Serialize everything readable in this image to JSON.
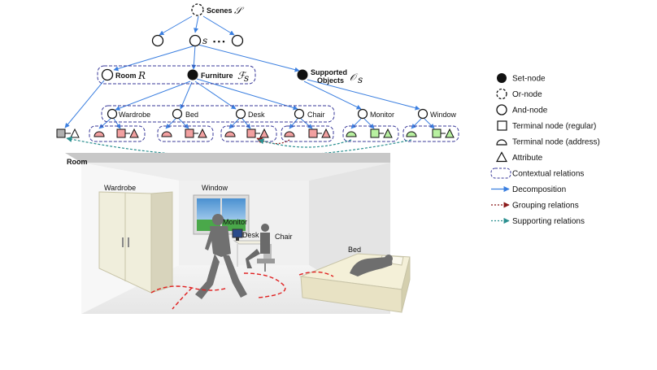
{
  "tree": {
    "root_label": "Scenes",
    "root_symbol": "𝒮",
    "s_symbol": "s",
    "ellipsis": "▪ ▪ ▪",
    "room_label": "Room",
    "room_symbol": "R",
    "furniture_label": "Furniture",
    "furniture_symbol": "ℱ",
    "furniture_sub": "s",
    "supported_label_1": "Supported",
    "supported_label_2": "Objects",
    "supported_symbol": "𝒪",
    "supported_sub": "s",
    "nodes": {
      "wardrobe": "Wardrobe",
      "bed": "Bed",
      "desk": "Desk",
      "chair": "Chair",
      "monitor": "Monitor",
      "window": "Window"
    }
  },
  "legend": [
    {
      "icon": "set-node",
      "label": "Set-node"
    },
    {
      "icon": "or-node",
      "label": "Or-node"
    },
    {
      "icon": "and-node",
      "label": "And-node"
    },
    {
      "icon": "terminal-regular",
      "label": "Terminal node (regular)"
    },
    {
      "icon": "terminal-address",
      "label": "Terminal node (address)"
    },
    {
      "icon": "attribute",
      "label": "Attribute"
    },
    {
      "icon": "contextual",
      "label": "Contextual relations"
    },
    {
      "icon": "decomposition-arrow",
      "label": "Decomposition"
    },
    {
      "icon": "grouping-arrow",
      "label": "Grouping relations"
    },
    {
      "icon": "supporting-arrow",
      "label": "Supporting relations"
    }
  ],
  "scene": {
    "room": "Room",
    "wardrobe": "Wardrobe",
    "window": "Window",
    "monitor": "Monitor",
    "desk": "Desk",
    "chair": "Chair",
    "bed": "Bed"
  },
  "colors": {
    "decomposition": "#3b7fe0",
    "grouping": "#8b1a1a",
    "supporting": "#2a8f8f",
    "contextual": "#3a3a9a",
    "terminal_furniture": "#f2a0a0",
    "terminal_supported": "#b8f0a0",
    "terminal_room": "#b0b0b0",
    "human_path": "#e02020"
  }
}
